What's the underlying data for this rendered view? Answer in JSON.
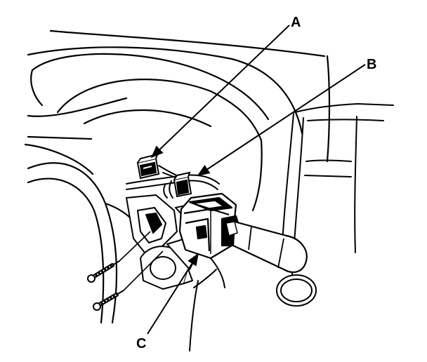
{
  "callouts": {
    "a": "A",
    "b": "B",
    "c": "C"
  },
  "colors": {
    "ink": "#000000",
    "paper": "#ffffff"
  }
}
